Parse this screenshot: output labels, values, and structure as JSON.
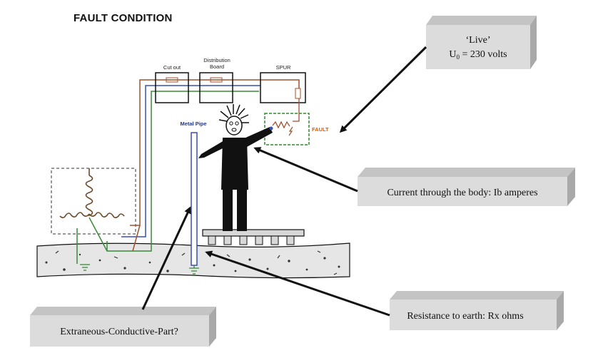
{
  "title": "FAULT CONDITION",
  "labels": {
    "cut_out": "Cut out",
    "distribution_board_line1": "Distribution",
    "distribution_board_line2": "Board",
    "spur": "SPUR",
    "metal_pipe": "Metal Pipe",
    "fault": "FAULT"
  },
  "callouts": {
    "live_line1": "‘Live’",
    "live_line2_prefix": "U",
    "live_line2_sub": "0",
    "live_line2_suffix": " = 230 volts",
    "current": "Current through the body: Ib amperes",
    "resistance": "Resistance to earth: Rx ohms",
    "extraneous": "Extraneous-Conductive-Part?"
  },
  "colors": {
    "box_front": "#dcdcdc",
    "box_top": "#c4c4c4",
    "box_side": "#a9a9a9",
    "wire_brown": "#a0522d",
    "wire_blue": "#3a4fb0",
    "wire_green": "#3a8a3a",
    "fault_orange": "#e05a00",
    "ground": "#e6e6e6"
  }
}
